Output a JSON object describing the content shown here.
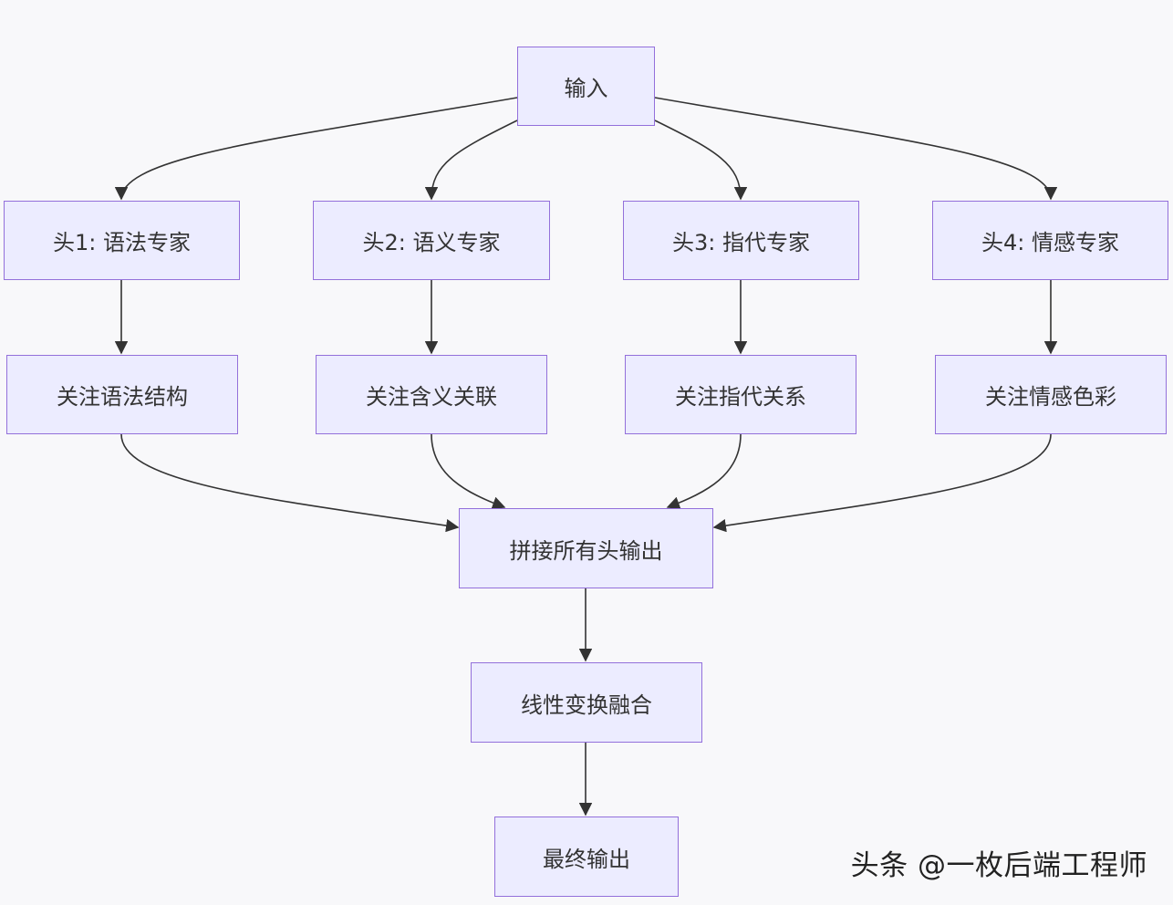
{
  "diagram": {
    "input": "输入",
    "heads": [
      {
        "label": "头1: 语法专家",
        "focus": "关注语法结构"
      },
      {
        "label": "头2: 语义专家",
        "focus": "关注含义关联"
      },
      {
        "label": "头3: 指代专家",
        "focus": "关注指代关系"
      },
      {
        "label": "头4: 情感专家",
        "focus": "关注情感色彩"
      }
    ],
    "concat": "拼接所有头输出",
    "fusion": "线性变换融合",
    "output": "最终输出"
  },
  "watermark": "头条 @一枚后端工程师",
  "colors": {
    "node_fill": "#ececff",
    "node_border": "#9370db",
    "edge": "#333333",
    "text": "#333333",
    "background": "#f8f8fa"
  }
}
